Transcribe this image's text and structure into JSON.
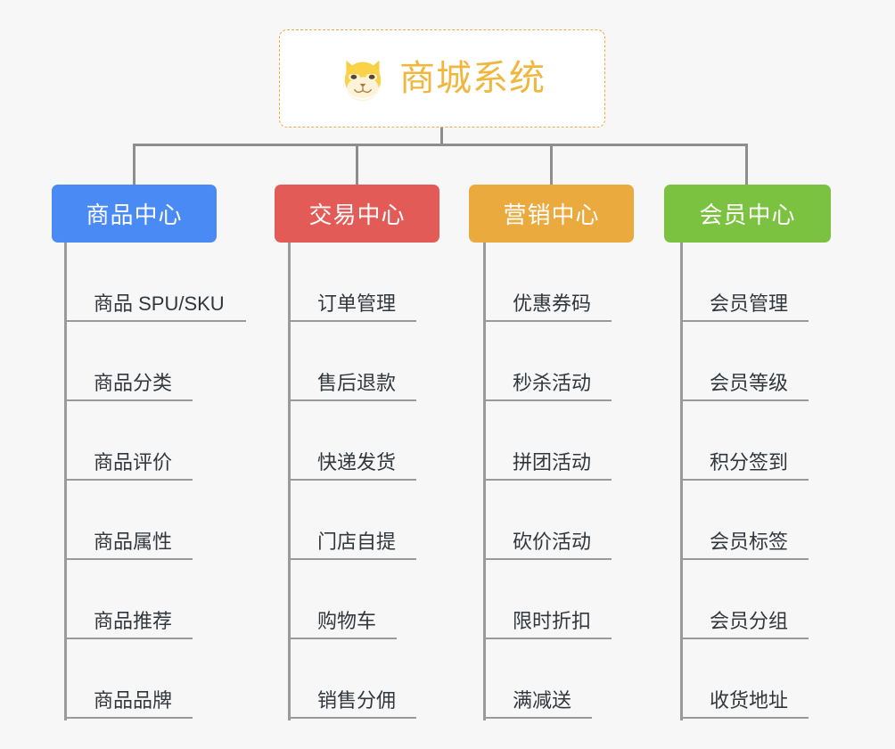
{
  "page": {
    "background_color": "#f7f7f7",
    "title": "商城系统",
    "type": "mindmap"
  },
  "root": {
    "label": "商城系统",
    "icon": "dog-face-icon",
    "text_color": "#efb73e",
    "border_color": "#e9ab47",
    "background_color": "#ffffff"
  },
  "connector": {
    "color": "#8e8e8e"
  },
  "branches": [
    {
      "label": "商品中心",
      "color": "#4a8af4",
      "leaves": [
        "商品 SPU/SKU",
        "商品分类",
        "商品评价",
        "商品属性",
        "商品推荐",
        "商品品牌"
      ]
    },
    {
      "label": "交易中心",
      "color": "#e35b57",
      "leaves": [
        "订单管理",
        "售后退款",
        "快递发货",
        "门店自提",
        "购物车",
        "销售分佣"
      ]
    },
    {
      "label": "营销中心",
      "color": "#eaaa3e",
      "leaves": [
        "优惠券码",
        "秒杀活动",
        "拼团活动",
        "砍价活动",
        "限时折扣",
        "满减送"
      ]
    },
    {
      "label": "会员中心",
      "color": "#7cc241",
      "leaves": [
        "会员管理",
        "会员等级",
        "积分签到",
        "会员标签",
        "会员分组",
        "收货地址"
      ]
    }
  ]
}
